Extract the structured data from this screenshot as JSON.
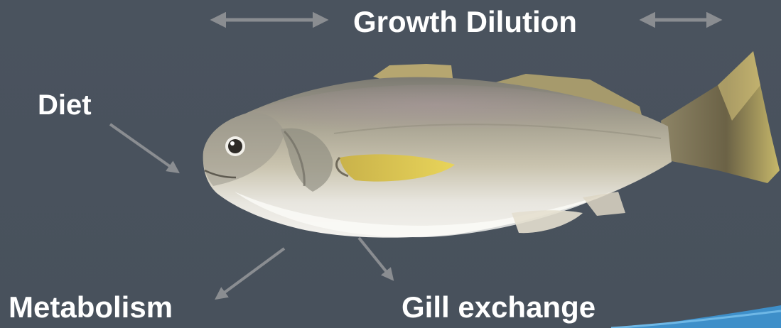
{
  "diagram": {
    "title": "Growth Dilution",
    "labels": {
      "diet": "Diet",
      "metabolism": "Metabolism",
      "gill_exchange": "Gill exchange"
    },
    "colors": {
      "background": "#49525d",
      "arrow": "#8a8d91",
      "text": "#ffffff",
      "accent_wave": "#3e8fc9"
    },
    "illustration": "fish-image"
  }
}
